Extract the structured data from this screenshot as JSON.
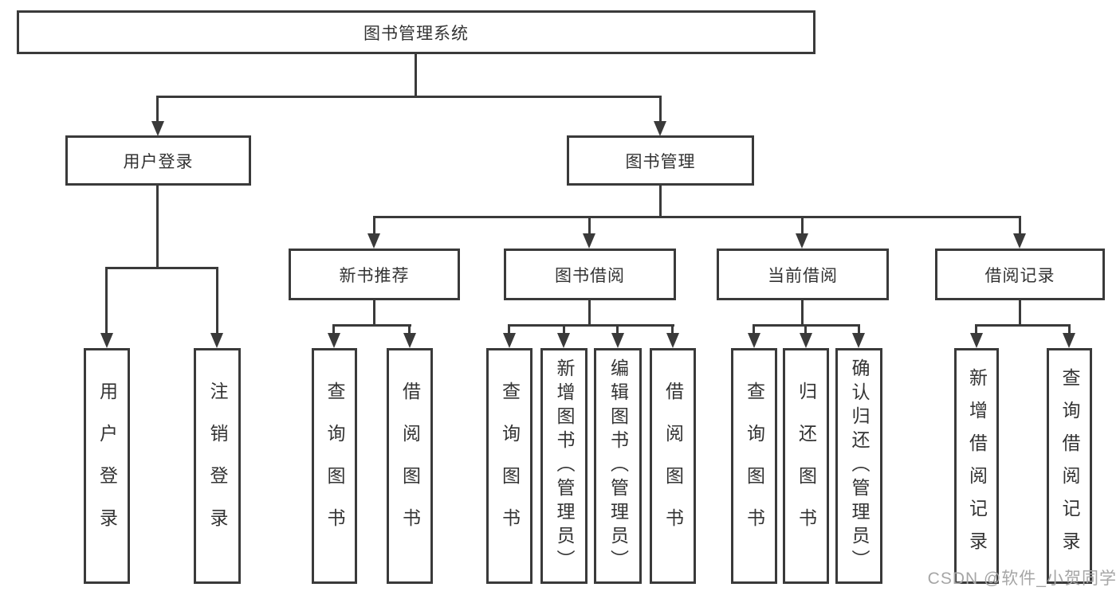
{
  "tree": {
    "label": "图书管理系统",
    "children": [
      {
        "label": "用户登录",
        "children": [
          {
            "label": "用户登录"
          },
          {
            "label": "注销登录"
          }
        ]
      },
      {
        "label": "图书管理",
        "children": [
          {
            "label": "新书推荐",
            "children": [
              {
                "label": "查询图书"
              },
              {
                "label": "借阅图书"
              }
            ]
          },
          {
            "label": "图书借阅",
            "children": [
              {
                "label": "查询图书"
              },
              {
                "label": "新增图书（管理员）"
              },
              {
                "label": "编辑图书（管理员）"
              },
              {
                "label": "借阅图书"
              }
            ]
          },
          {
            "label": "当前借阅",
            "children": [
              {
                "label": "查询图书"
              },
              {
                "label": "归还图书"
              },
              {
                "label": "确认归还（管理员）"
              }
            ]
          },
          {
            "label": "借阅记录",
            "children": [
              {
                "label": "新增借阅记录"
              },
              {
                "label": "查询借阅记录"
              }
            ]
          }
        ]
      }
    ]
  },
  "watermark": {
    "text": "CSDN @软件_小贺同学"
  },
  "colors": {
    "line": "#3a3a3a",
    "text": "#333333",
    "box_background": "#ffffff",
    "watermark": "#a6a6a6"
  }
}
